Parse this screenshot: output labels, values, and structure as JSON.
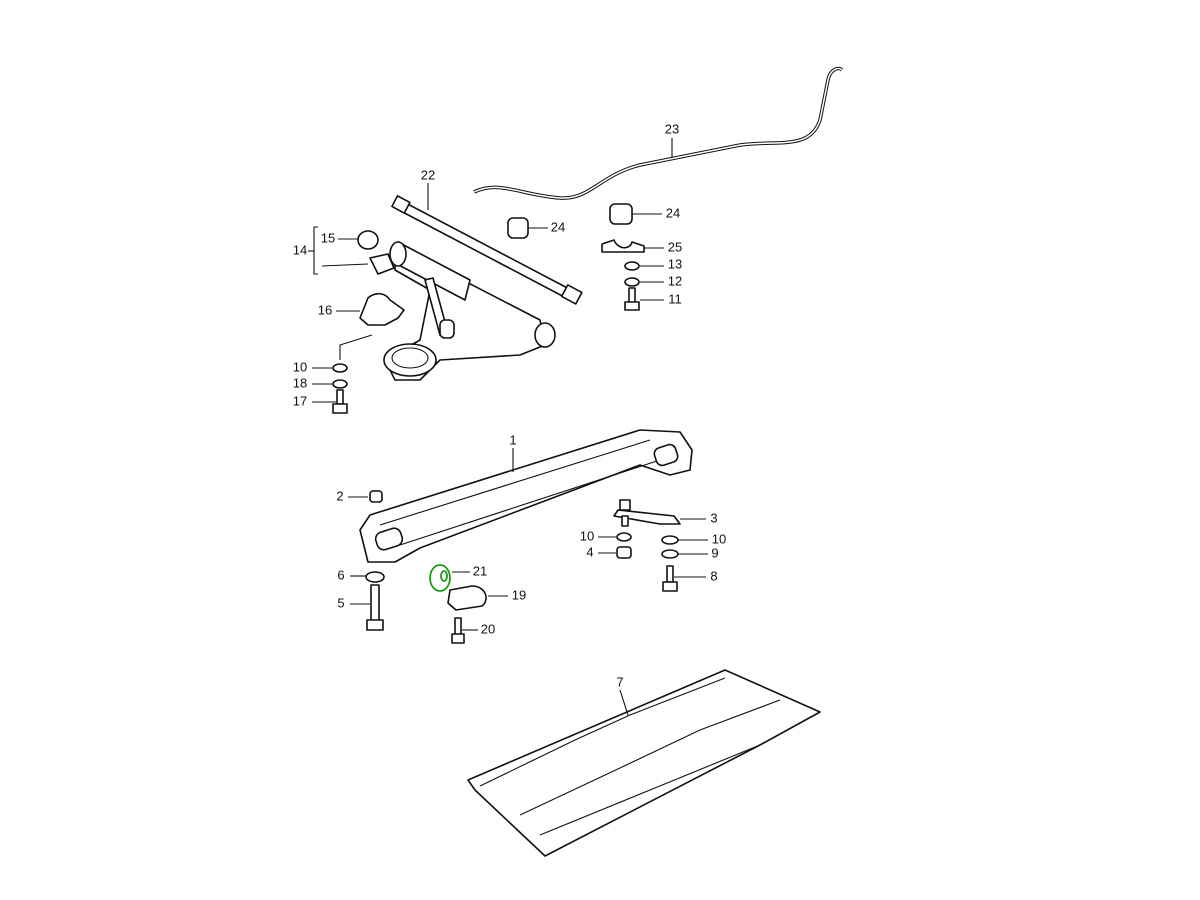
{
  "diagram": {
    "highlight_color": "#1a9a1a",
    "highlighted_part": "21",
    "callouts": {
      "p23": "23",
      "p22": "22",
      "p24a": "24",
      "p24b": "24",
      "p25": "25",
      "p13": "13",
      "p12": "12",
      "p11": "11",
      "p15": "15",
      "p14": "14",
      "p16": "16",
      "p10a": "10",
      "p18": "18",
      "p17": "17",
      "p1": "1",
      "p2": "2",
      "p3": "3",
      "p10b": "10",
      "p4": "4",
      "p10c": "10",
      "p9": "9",
      "p8": "8",
      "p6": "6",
      "p21": "21",
      "p5": "5",
      "p19": "19",
      "p20": "20",
      "p7": "7"
    }
  }
}
